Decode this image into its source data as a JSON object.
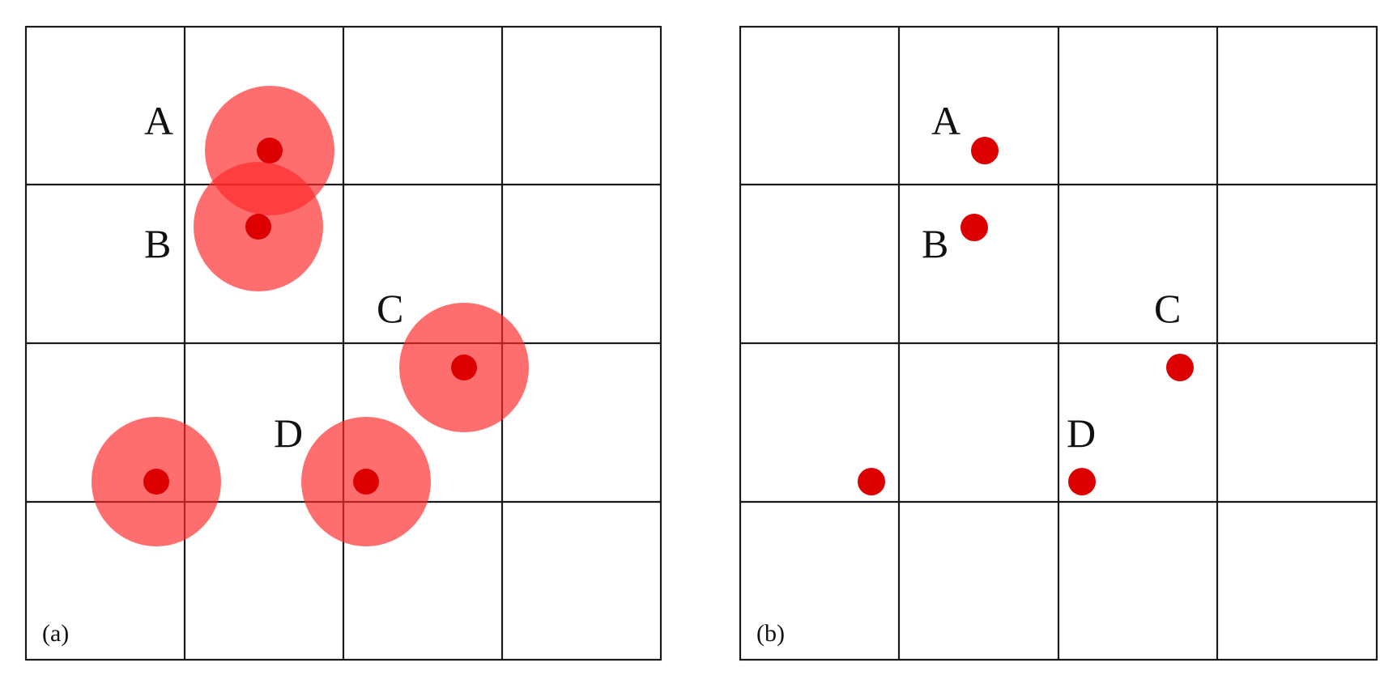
{
  "colors": {
    "halo": "#ff2a2a",
    "dot": "#dd0000",
    "grid": "#1a1a1a"
  },
  "panels": [
    {
      "id": "a",
      "label": "(a)",
      "grid_cells": [
        4,
        4
      ],
      "points": [
        {
          "label": "A",
          "has_halo": true
        },
        {
          "label": "B",
          "has_halo": true
        },
        {
          "label": "C",
          "has_halo": true
        },
        {
          "label": "D",
          "has_halo": true
        },
        {
          "label": "",
          "has_halo": true
        }
      ]
    },
    {
      "id": "b",
      "label": "(b)",
      "grid_cells": [
        4,
        4
      ],
      "points": [
        {
          "label": "A",
          "has_halo": false
        },
        {
          "label": "B",
          "has_halo": false
        },
        {
          "label": "C",
          "has_halo": false
        },
        {
          "label": "D",
          "has_halo": false
        },
        {
          "label": "",
          "has_halo": false
        }
      ]
    }
  ]
}
